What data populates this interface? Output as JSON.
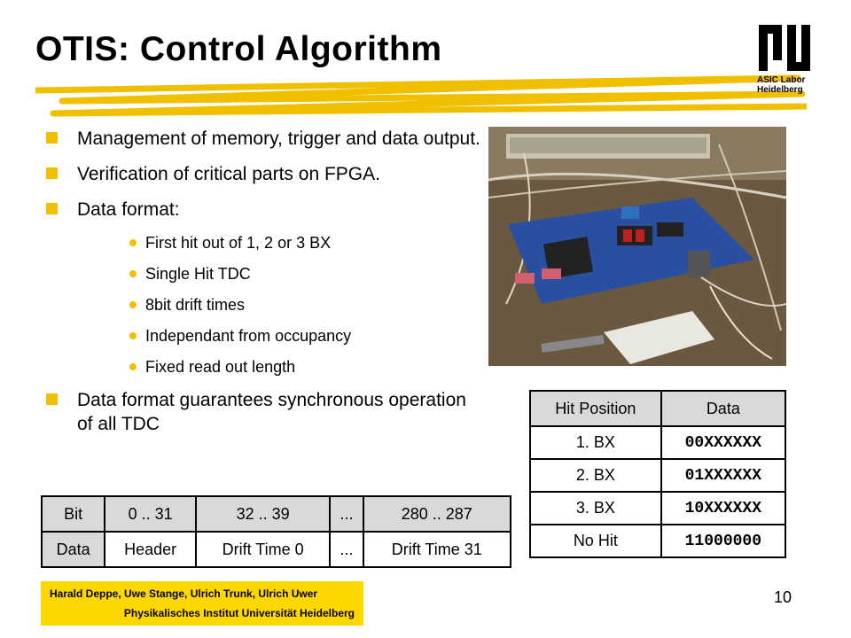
{
  "slide": {
    "title": "OTIS: Control Algorithm",
    "page_number": "10",
    "logo": {
      "line1": "ASIC Labor",
      "line2": "Heidelberg"
    }
  },
  "bullets": {
    "b1": "Management of memory, trigger and data output.",
    "b2": "Verification of critical parts on FPGA.",
    "b3": "Data format:",
    "sub": [
      "First hit out of 1, 2 or 3 BX",
      "Single Hit TDC",
      "8bit drift times",
      "Independant from occupancy",
      "Fixed read out length"
    ],
    "b4": "Data format guarantees synchronous operation of all TDC"
  },
  "hit_table": {
    "headers": [
      "Hit Position",
      "Data"
    ],
    "rows": [
      [
        "1. BX",
        "00XXXXXX"
      ],
      [
        "2. BX",
        "01XXXXXX"
      ],
      [
        "3. BX",
        "10XXXXXX"
      ],
      [
        "No Hit",
        "11000000"
      ]
    ]
  },
  "format_table": {
    "row1": [
      "Bit",
      "0 .. 31",
      "32 .. 39",
      "...",
      "280 .. 287"
    ],
    "row2": [
      "Data",
      "Header",
      "Drift Time 0",
      "...",
      "Drift Time 31"
    ]
  },
  "footer": {
    "authors": "Harald Deppe, Uwe Stange, Ulrich Trunk, Ulrich Uwer",
    "institute": "Physikalisches Institut Universität Heidelberg"
  },
  "colors": {
    "accent": "#f0c000",
    "footer_bg": "#ffd700",
    "header_cell": "#d9d9d9"
  }
}
